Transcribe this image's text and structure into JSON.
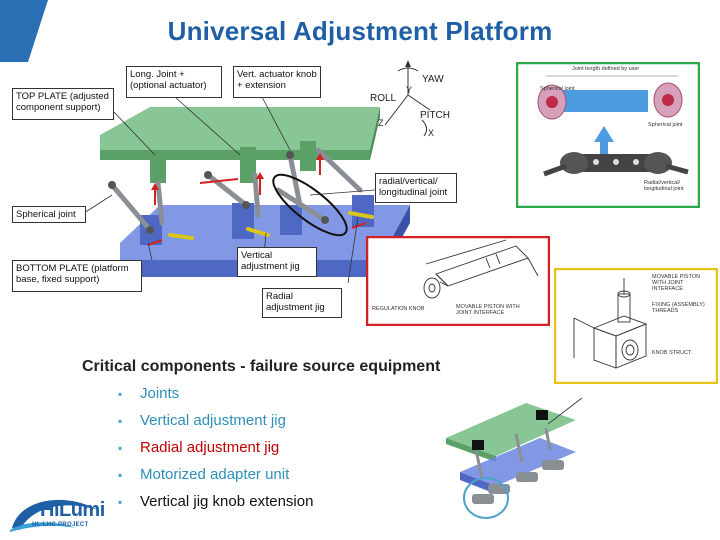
{
  "title": "Universal Adjustment Platform",
  "callouts": {
    "top_plate": "TOP PLATE (adjusted component support)",
    "long_joint": "Long. Joint + (optional actuator)",
    "vert_actuator": "Vert. actuator knob + extension",
    "radial_joint": "radial/vertical/ longitudinal joint",
    "spherical_joint": "Spherical joint",
    "bottom_plate": "BOTTOM PLATE (platform base, fixed support)",
    "vertical_jig": "Vertical adjustment jig",
    "radial_jig": "Radial adjustment jig"
  },
  "axes": {
    "yaw": "YAW",
    "roll": "ROLL",
    "pitch": "PITCH",
    "y": "Y",
    "z": "Z",
    "x": "X"
  },
  "green_panel": {
    "top_note": "Joint length defined by user",
    "label_a": "Spherical joint",
    "label_b": "Spherical joint",
    "bottom_note": "Radial/vertical/ longitudinal joint"
  },
  "red_panel": {
    "label_left": "REGULATION KNOB",
    "label_right": "MOVABLE PISTON WITH JOINT INTERFACE"
  },
  "yellow_panel": {
    "label_top": "MOVABLE PISTON WITH JOINT INTERFACE",
    "label_mid": "FIXING (ASSEMBLY) THREADS",
    "label_bottom": "KNOB STRUCT."
  },
  "subtitle": "Critical components - failure source equipment",
  "bullets": [
    {
      "text": "Joints",
      "color": "#2e8fb8"
    },
    {
      "text": "Vertical adjustment jig",
      "color": "#2e8fb8"
    },
    {
      "text": "Radial adjustment jig",
      "color": "#c00000"
    },
    {
      "text": "Motorized adapter unit",
      "color": "#2e8fb8"
    },
    {
      "text": "Vertical jig knob extension",
      "color": "#111111"
    }
  ],
  "bullet_mark": "▪",
  "logo": {
    "name": "HiLumi",
    "sub": "HL-LHC PROJECT"
  },
  "colors": {
    "title": "#1f5fa6",
    "top_plate": "#7cc08a",
    "bottom_plate": "#6c86e0",
    "green_frame": "#2aa84a",
    "red_frame": "#d42020",
    "yellow_frame": "#e8c21a"
  }
}
